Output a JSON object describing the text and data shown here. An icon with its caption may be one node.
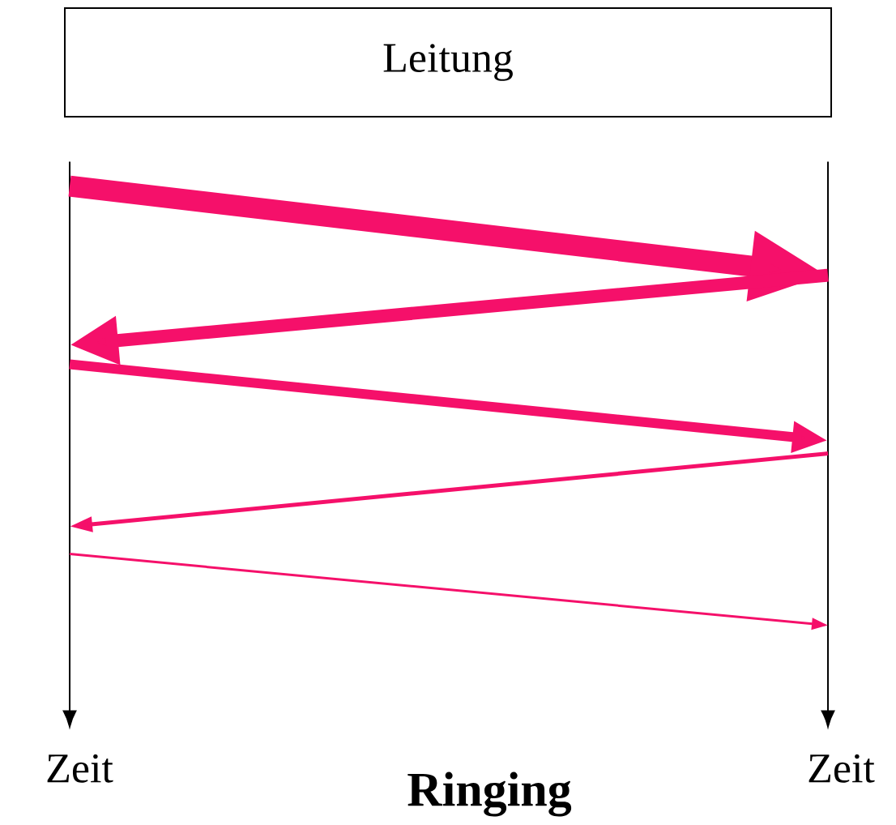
{
  "diagram": {
    "title": "Ringing",
    "nodes": [
      {
        "text": [
          "Leitung"
        ]
      },
      {
        "text": [],
        "shape": "line",
        "beside": [
          "Zeit"
        ]
      },
      {
        "text": [],
        "shape": "line",
        "beside": [
          "Zeit"
        ]
      }
    ],
    "edges": [
      {
        "from": 1,
        "to": 2,
        "arrow": "to",
        "style": "thick"
      },
      {
        "from": 2,
        "to": 1,
        "arrow": "to"
      },
      {
        "from": 1,
        "to": 2,
        "arrow": "to"
      },
      {
        "from": 2,
        "to": 1,
        "arrow": "to"
      },
      {
        "from": 1,
        "to": 2,
        "arrow": "to"
      }
    ]
  }
}
